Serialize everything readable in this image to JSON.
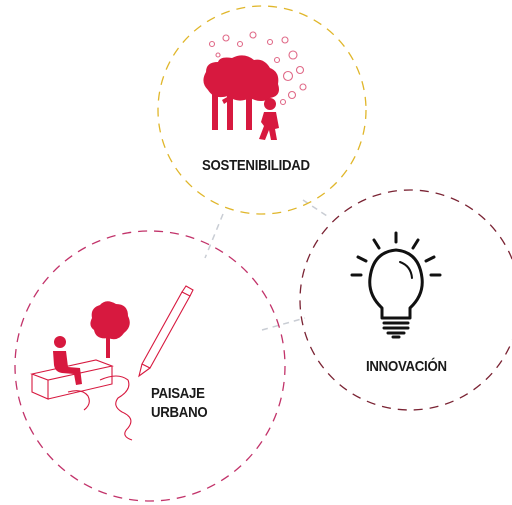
{
  "concepts": [
    {
      "key": "sostenibilidad",
      "lines": [
        "SOSTENIBILIDAD"
      ],
      "icon": "trees-and-walking-person-icon",
      "ring_color": "#e0b62a"
    },
    {
      "key": "innovacion",
      "lines": [
        "INNOVACIÓN"
      ],
      "icon": "light-bulb-icon",
      "ring_color": "#7a2333"
    },
    {
      "key": "paisaje_urbano",
      "lines": [
        "PAISAJE",
        "URBANO"
      ],
      "icon": "person-on-bench-with-pencil-icon",
      "ring_color": "#c2336a"
    }
  ],
  "colors": {
    "accent": "#d7193f",
    "accent_light": "#e06a88",
    "connector": "#c9cdd4",
    "text": "#1a1a1a"
  }
}
